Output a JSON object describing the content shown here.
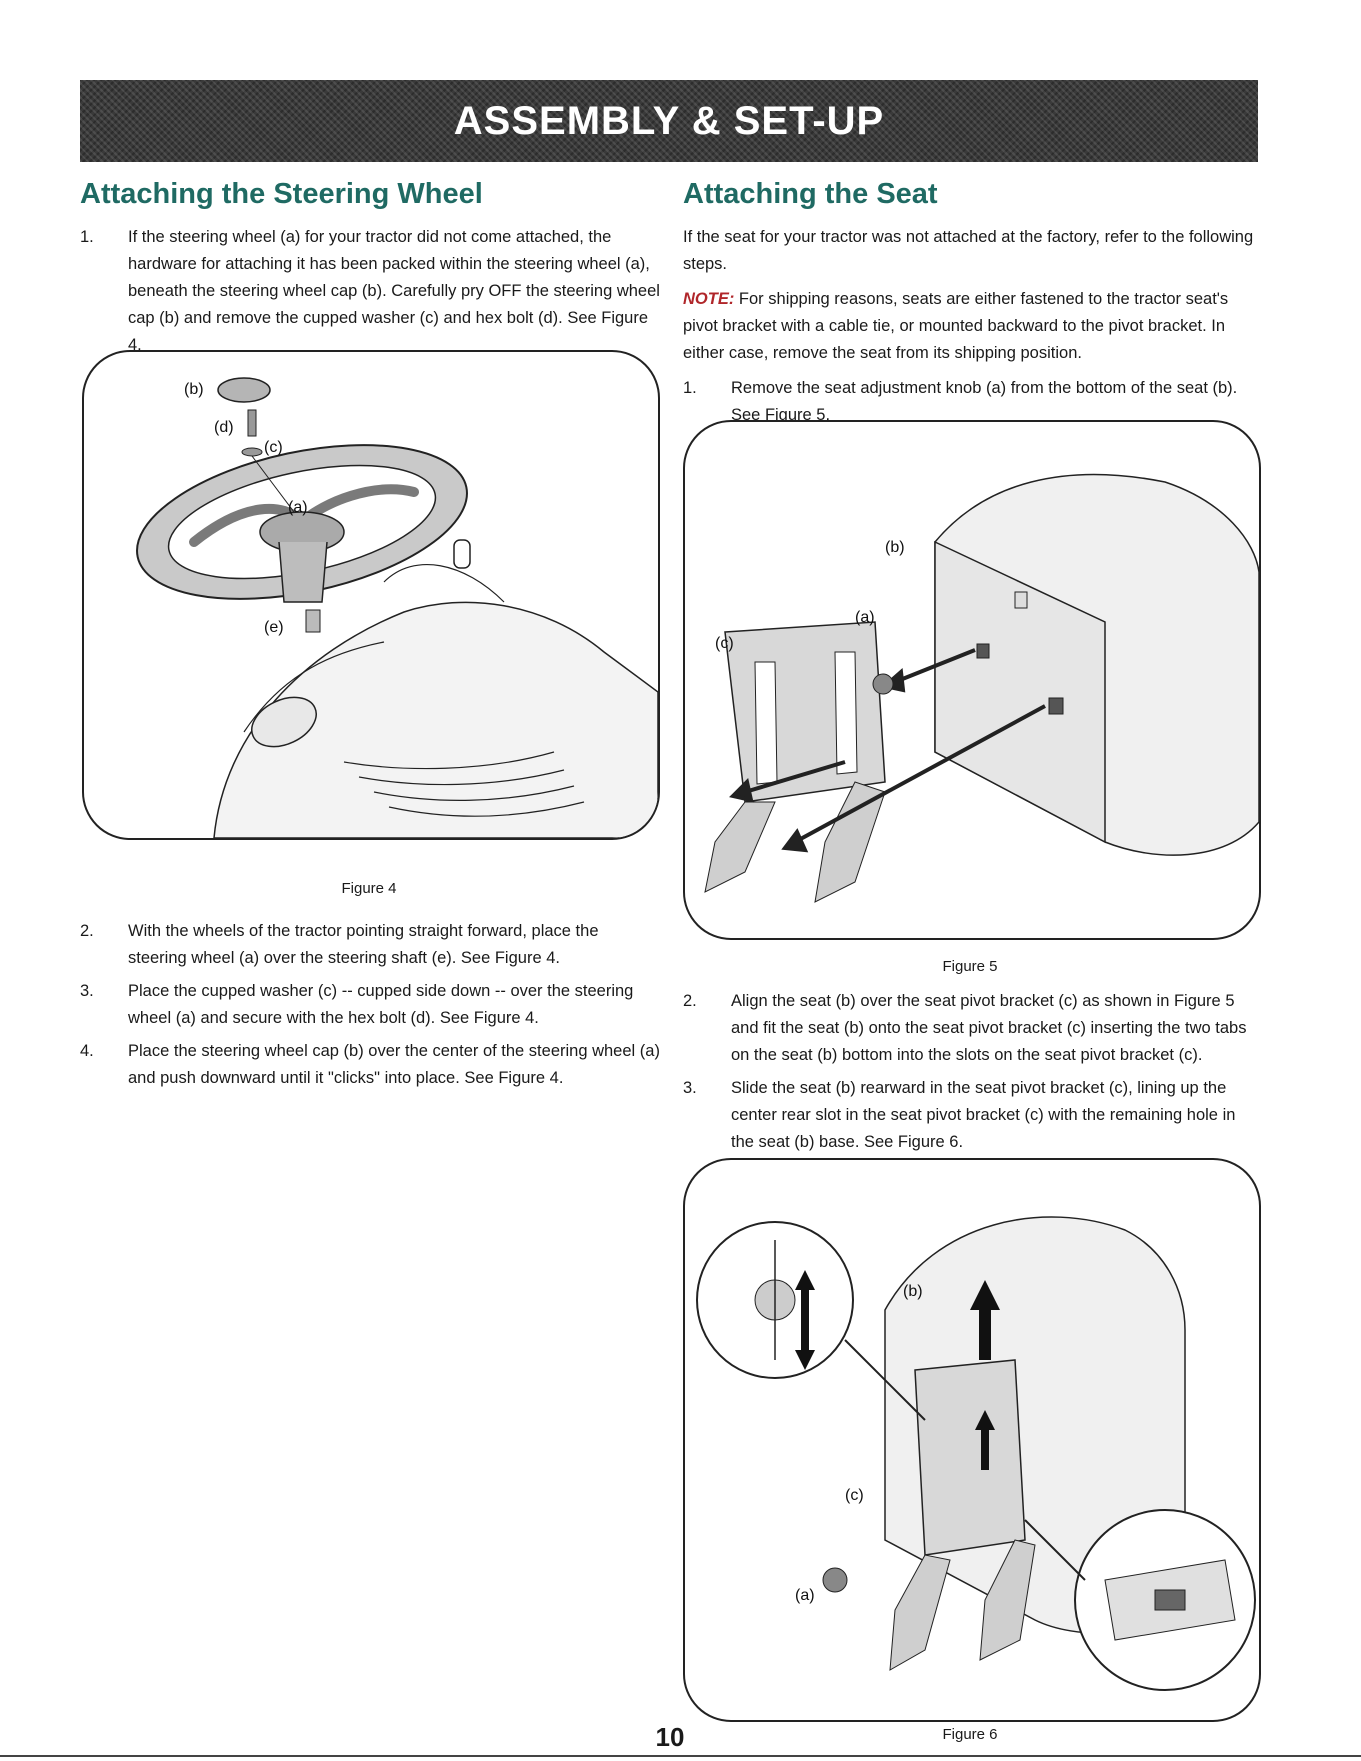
{
  "banner": {
    "title": "ASSEMBLY & SET-UP"
  },
  "left": {
    "heading": "Attaching the Steering Wheel",
    "steps": [
      {
        "num": "1.",
        "text": "If the steering wheel (a) for your tractor did not come attached, the hardware for attaching it has been packed within the steering wheel (a), beneath the steering wheel cap (b). Carefully pry OFF the steering wheel cap (b) and remove the cupped washer (c) and hex bolt (d). See Figure 4."
      },
      {
        "num": "2.",
        "text": "With the wheels of the tractor pointing straight forward, place the steering wheel (a) over the steering shaft (e). See Figure 4."
      },
      {
        "num": "3.",
        "text": "Place the cupped washer (c) -- cupped side down -- over the steering wheel (a) and secure with the hex bolt (d). See Figure 4."
      },
      {
        "num": "4.",
        "text": "Place the steering wheel cap (b) over the center of the steering wheel (a) and push downward until it \"clicks\" into place. See Figure 4."
      }
    ],
    "figure": {
      "caption": "Figure 4",
      "labels": {
        "b": "(b)",
        "d": "(d)",
        "c": "(c)",
        "a": "(a)",
        "e": "(e)"
      }
    }
  },
  "right": {
    "heading": "Attaching the Seat",
    "intro": "If the seat for your tractor was not attached at the factory, refer to the following steps.",
    "note_label": "NOTE:",
    "note_text": " For shipping reasons, seats are either fastened to the tractor seat's pivot bracket with a cable tie, or mounted backward to the pivot bracket. In either case, remove the seat from its shipping position.",
    "steps": [
      {
        "num": "1.",
        "text": "Remove the seat adjustment knob (a) from the bottom of the seat (b). See Figure 5."
      },
      {
        "num": "2.",
        "text": "Align the seat (b) over the seat pivot bracket (c) as shown in Figure 5 and fit the seat (b) onto the seat pivot bracket (c) inserting the two tabs on the seat (b) bottom into the slots on the seat pivot bracket (c)."
      },
      {
        "num": "3.",
        "text": "Slide the seat (b) rearward in the seat pivot bracket (c), lining up the center rear slot in the seat pivot bracket (c) with the remaining hole in the seat (b) base. See Figure 6."
      }
    ],
    "figure5": {
      "caption": "Figure 5",
      "labels": {
        "b": "(b)",
        "a": "(a)",
        "c": "(c)"
      }
    },
    "figure6": {
      "caption": "Figure 6",
      "labels": {
        "b": "(b)",
        "c": "(c)",
        "a": "(a)"
      }
    }
  },
  "footer": {
    "page_number": "10"
  }
}
